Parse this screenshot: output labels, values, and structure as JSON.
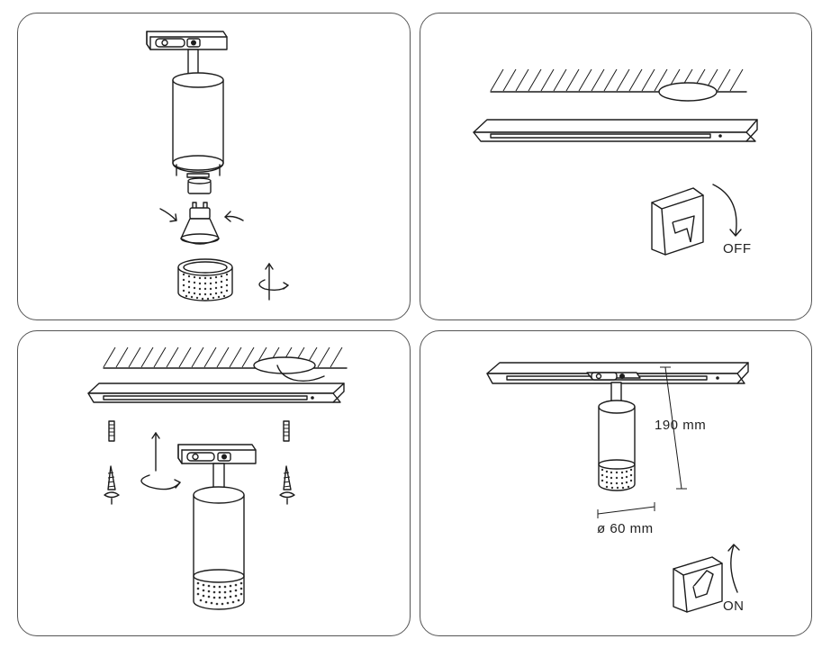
{
  "labels": {
    "off": "OFF",
    "on": "ON",
    "height": "190 mm",
    "diameter": "ø 60 mm"
  },
  "colors": {
    "line": "#1c1c1c",
    "background": "#ffffff",
    "panel_border": "#555555"
  },
  "icons": [
    "track-adapter-icon",
    "lamp-body-icon",
    "gu10-socket-icon",
    "gu10-bulb-icon",
    "perforated-ring-icon",
    "rotate-arrow-icon",
    "ceiling-hatch-icon",
    "track-rail-icon",
    "wall-switch-icon",
    "screw-icon",
    "dowel-icon"
  ]
}
